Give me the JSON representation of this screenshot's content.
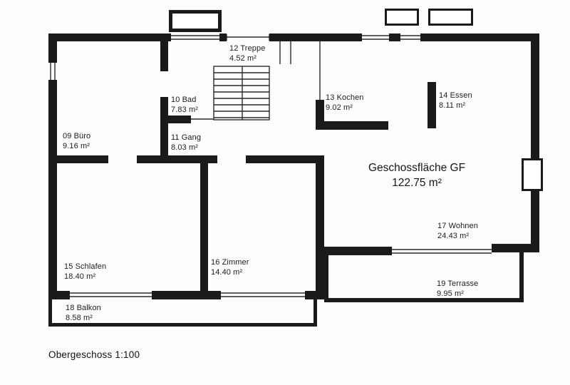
{
  "document": {
    "title": "Obergeschoss 1:100"
  },
  "plan": {
    "summary": {
      "label": "Geschossfläche GF",
      "value": "122.75 m²"
    },
    "rooms": [
      {
        "label": "09 Büro",
        "area": "9.16 m²"
      },
      {
        "label": "10 Bad",
        "area": "7.83 m²"
      },
      {
        "label": "11 Gang",
        "area": "8.03 m²"
      },
      {
        "label": "12 Treppe",
        "area": "4.52 m²"
      },
      {
        "label": "13 Kochen",
        "area": "9.02 m²"
      },
      {
        "label": "14 Essen",
        "area": "8.11 m²"
      },
      {
        "label": "15 Schlafen",
        "area": "18.40 m²"
      },
      {
        "label": "16 Zimmer",
        "area": "14.40 m²"
      },
      {
        "label": "17 Wohnen",
        "area": "24.43 m²"
      },
      {
        "label": "18 Balkon",
        "area": "8.58 m²"
      },
      {
        "label": "19 Terrasse",
        "area": "9.95 m²"
      }
    ]
  }
}
